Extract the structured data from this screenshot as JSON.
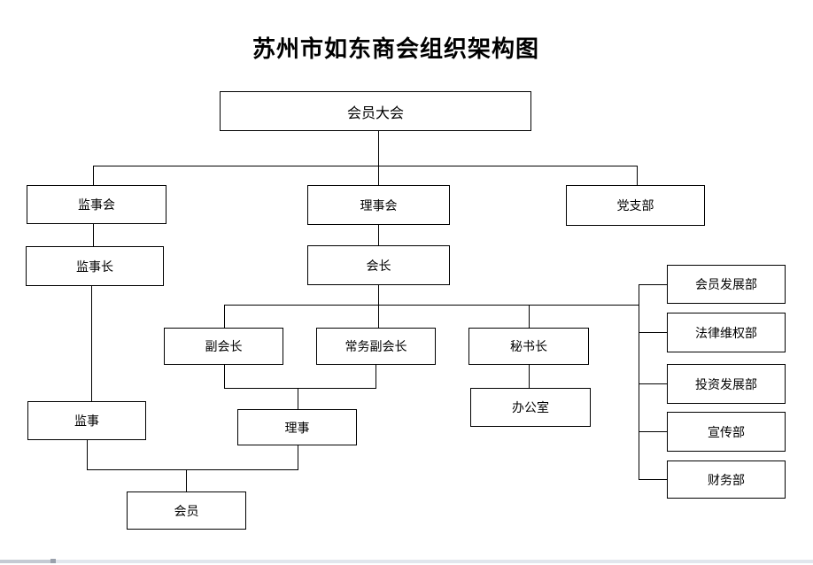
{
  "title": "苏州市如东商会组织架构图",
  "nodes": {
    "member_assembly": {
      "label": "会员大会"
    },
    "supervisory_board": {
      "label": "监事会"
    },
    "council": {
      "label": "理事会"
    },
    "party_branch": {
      "label": "党支部"
    },
    "chief_supervisor": {
      "label": "监事长"
    },
    "president": {
      "label": "会长"
    },
    "vice_president": {
      "label": "副会长"
    },
    "executive_vice_president": {
      "label": "常务副会长"
    },
    "secretary_general": {
      "label": "秘书长"
    },
    "office": {
      "label": "办公室"
    },
    "supervisor": {
      "label": "监事"
    },
    "director": {
      "label": "理事"
    },
    "member": {
      "label": "会员"
    },
    "dept_member_development": {
      "label": "会员发展部"
    },
    "dept_legal_rights": {
      "label": "法律维权部"
    },
    "dept_investment_development": {
      "label": "投资发展部"
    },
    "dept_publicity": {
      "label": "宣传部"
    },
    "dept_finance": {
      "label": "财务部"
    }
  },
  "colors": {
    "line": "#000000",
    "box_border": "#000000",
    "box_background": "#ffffff",
    "page_background": "#ffffff",
    "scrollbar_track": "#e2e6ed",
    "scrollbar_thumb": "#c5cad3"
  }
}
